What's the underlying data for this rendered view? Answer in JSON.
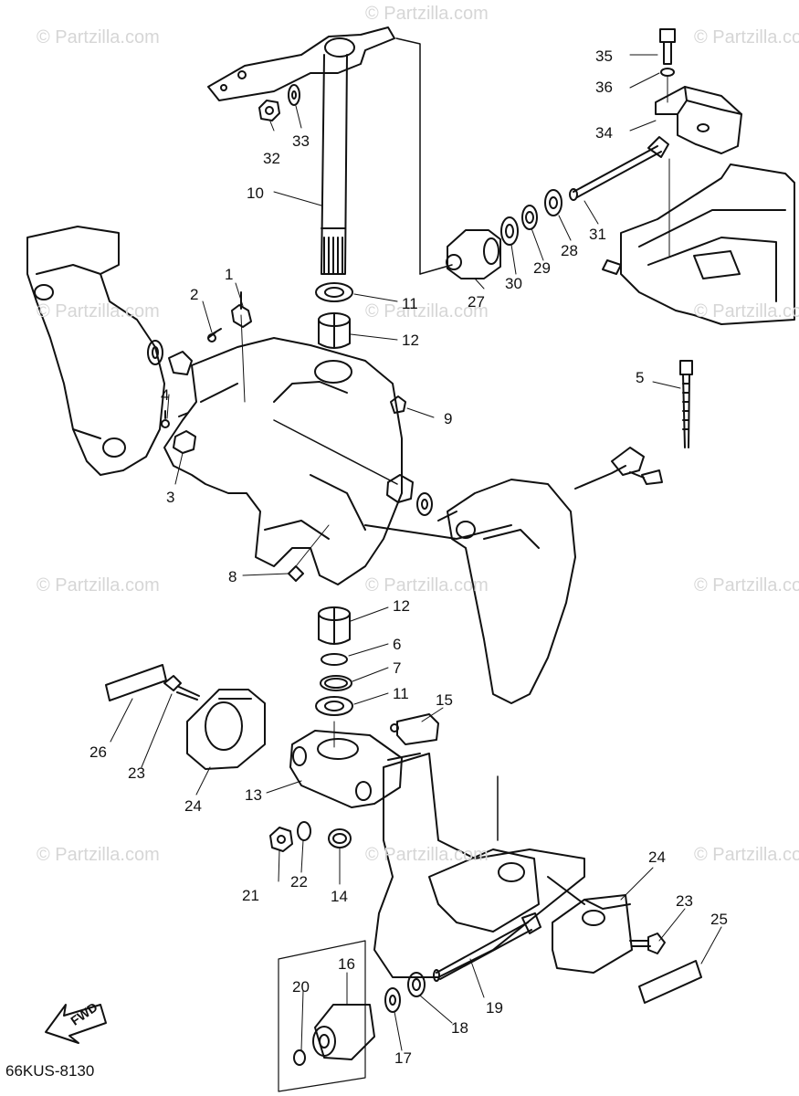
{
  "watermark": "© Partzilla.com",
  "drawing_code": "66KUS-8130",
  "direction_label": "FWD",
  "callouts": {
    "c1": "1",
    "c2": "2",
    "c3": "3",
    "c4": "4",
    "c5": "5",
    "c6": "6",
    "c7": "7",
    "c8": "8",
    "c9": "9",
    "c10": "10",
    "c11a": "11",
    "c11b": "11",
    "c12a": "12",
    "c12b": "12",
    "c13": "13",
    "c14": "14",
    "c15": "15",
    "c16": "16",
    "c17": "17",
    "c18": "18",
    "c19": "19",
    "c20": "20",
    "c21": "21",
    "c22": "22",
    "c23a": "23",
    "c23b": "23",
    "c24a": "24",
    "c24b": "24",
    "c25": "25",
    "c26": "26",
    "c27": "27",
    "c28": "28",
    "c29": "29",
    "c30": "30",
    "c31": "31",
    "c32": "32",
    "c33": "33",
    "c34": "34",
    "c35": "35",
    "c36": "36"
  }
}
